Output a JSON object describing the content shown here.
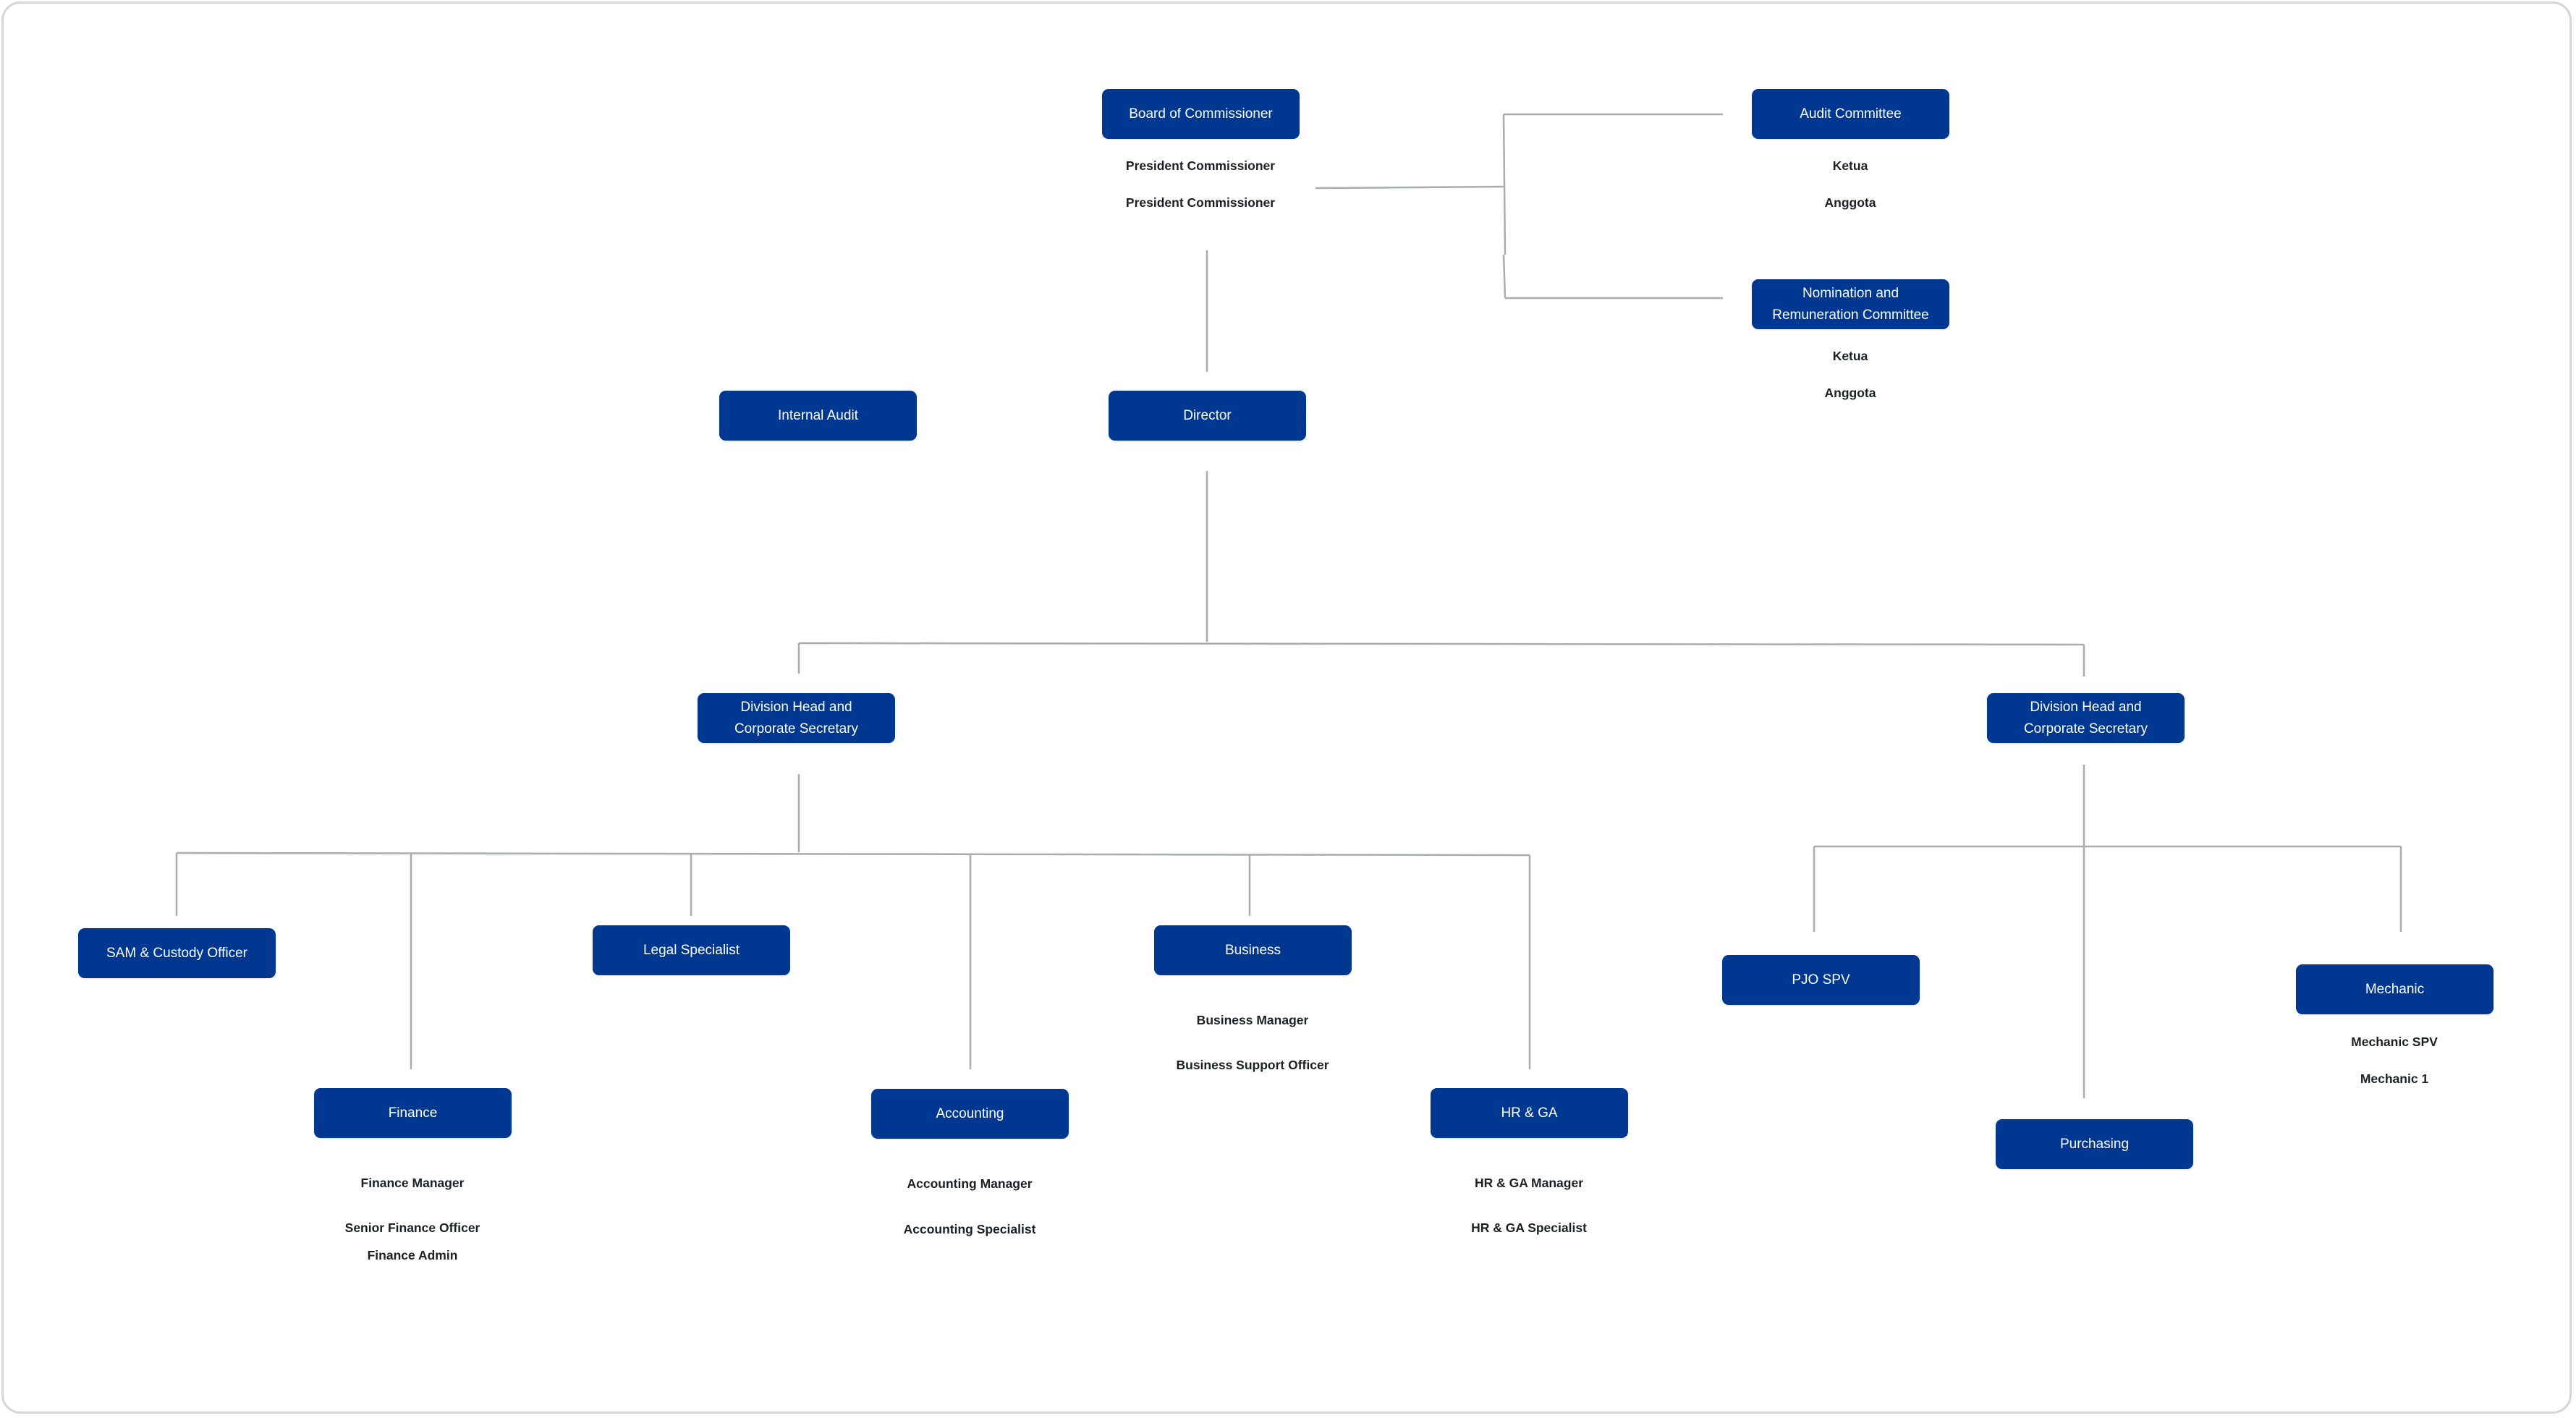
{
  "colors": {
    "node_fill": "#003891",
    "node_text": "#ffffff",
    "connector": "#a9acb3",
    "label_text": "#1c1f26",
    "frame_border": "#d4d6dc"
  },
  "nodes": {
    "board": "Board of Commissioner",
    "audit_committee": "Audit Committee",
    "nomination_committee": "Nomination and\nRemuneration Committee",
    "internal_audit": "Internal Audit",
    "director": "Director",
    "division_head_left": "Division Head and\nCorporate Secretary",
    "division_head_right": "Division Head and\nCorporate Secretary",
    "sam_custody": "SAM & Custody Officer",
    "legal": "Legal Specialist",
    "business": "Business",
    "finance": "Finance",
    "accounting": "Accounting",
    "hr_ga": "HR & GA",
    "pjo_spv": "PJO SPV",
    "mechanic": "Mechanic",
    "purchasing": "Purchasing"
  },
  "labels": {
    "board": [
      "President Commissioner",
      "President Commissioner"
    ],
    "audit_committee": [
      "Ketua",
      "Anggota"
    ],
    "nomination_committee": [
      "Ketua",
      "Anggota"
    ],
    "business": [
      "Business Manager",
      "Business Support Officer"
    ],
    "finance": [
      "Finance Manager",
      "Senior Finance Officer",
      "Finance Admin"
    ],
    "accounting": [
      "Accounting Manager",
      "Accounting Specialist"
    ],
    "hr_ga": [
      "HR & GA Manager",
      "HR & GA Specialist"
    ],
    "mechanic": [
      "Mechanic SPV",
      "Mechanic 1"
    ]
  }
}
